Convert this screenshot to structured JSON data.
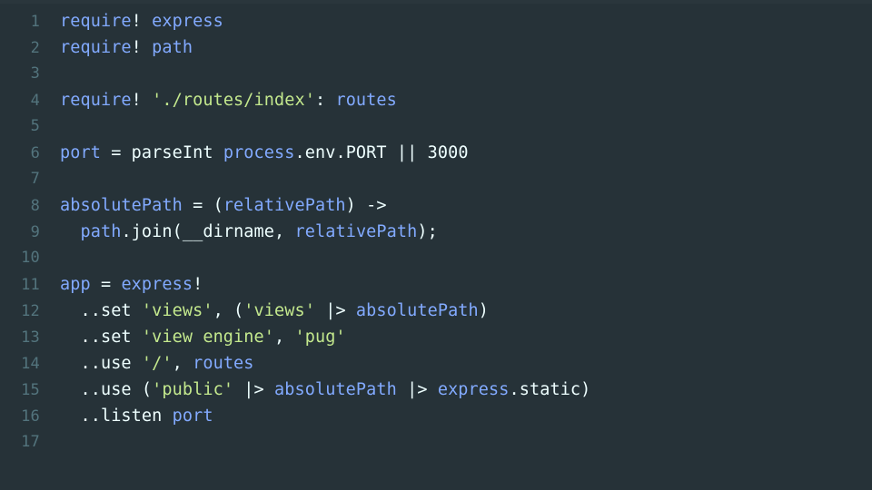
{
  "editor": {
    "background": "#263238",
    "gutter_color": "#53747d",
    "default_text_color": "#eeffff",
    "language": "LiveScript",
    "total_lines": 17,
    "colors": {
      "keyword": "#82aaff",
      "variable": "#82aaff",
      "string": "#c3e88d",
      "punctuation": "#eeffff",
      "number": "#eeffff",
      "plain": "#eeffff"
    },
    "lines": [
      {
        "number": "1",
        "tokens": [
          {
            "text": "require",
            "type": "kw"
          },
          {
            "text": "! ",
            "type": "punc"
          },
          {
            "text": "express",
            "type": "var"
          }
        ]
      },
      {
        "number": "2",
        "tokens": [
          {
            "text": "require",
            "type": "kw"
          },
          {
            "text": "! ",
            "type": "punc"
          },
          {
            "text": "path",
            "type": "var"
          }
        ]
      },
      {
        "number": "3",
        "tokens": []
      },
      {
        "number": "4",
        "tokens": [
          {
            "text": "require",
            "type": "kw"
          },
          {
            "text": "! ",
            "type": "punc"
          },
          {
            "text": "'./routes/index'",
            "type": "str"
          },
          {
            "text": ": ",
            "type": "punc"
          },
          {
            "text": "routes",
            "type": "var"
          }
        ]
      },
      {
        "number": "5",
        "tokens": []
      },
      {
        "number": "6",
        "tokens": [
          {
            "text": "port",
            "type": "var"
          },
          {
            "text": " = ",
            "type": "punc"
          },
          {
            "text": "parseInt",
            "type": "fn"
          },
          {
            "text": " ",
            "type": "punc"
          },
          {
            "text": "process",
            "type": "var"
          },
          {
            "text": ".env.PORT",
            "type": "plain"
          },
          {
            "text": " || ",
            "type": "punc"
          },
          {
            "text": "3000",
            "type": "num"
          }
        ]
      },
      {
        "number": "7",
        "tokens": []
      },
      {
        "number": "8",
        "tokens": [
          {
            "text": "absolutePath",
            "type": "var"
          },
          {
            "text": " = (",
            "type": "punc"
          },
          {
            "text": "relativePath",
            "type": "var"
          },
          {
            "text": ") ->",
            "type": "punc"
          }
        ]
      },
      {
        "number": "9",
        "tokens": [
          {
            "text": "  ",
            "type": "plain"
          },
          {
            "text": "path",
            "type": "var"
          },
          {
            "text": ".join(",
            "type": "punc"
          },
          {
            "text": "__dirname",
            "type": "plain"
          },
          {
            "text": ", ",
            "type": "punc"
          },
          {
            "text": "relativePath",
            "type": "var"
          },
          {
            "text": ");",
            "type": "punc"
          }
        ]
      },
      {
        "number": "10",
        "tokens": []
      },
      {
        "number": "11",
        "tokens": [
          {
            "text": "app",
            "type": "var"
          },
          {
            "text": " = ",
            "type": "punc"
          },
          {
            "text": "express",
            "type": "var"
          },
          {
            "text": "!",
            "type": "punc"
          }
        ]
      },
      {
        "number": "12",
        "tokens": [
          {
            "text": "  ..set ",
            "type": "plain"
          },
          {
            "text": "'views'",
            "type": "str"
          },
          {
            "text": ", (",
            "type": "punc"
          },
          {
            "text": "'views'",
            "type": "str"
          },
          {
            "text": " |> ",
            "type": "punc"
          },
          {
            "text": "absolutePath",
            "type": "var"
          },
          {
            "text": ")",
            "type": "punc"
          }
        ]
      },
      {
        "number": "13",
        "tokens": [
          {
            "text": "  ..set ",
            "type": "plain"
          },
          {
            "text": "'view engine'",
            "type": "str"
          },
          {
            "text": ", ",
            "type": "punc"
          },
          {
            "text": "'pug'",
            "type": "str"
          }
        ]
      },
      {
        "number": "14",
        "tokens": [
          {
            "text": "  ..use ",
            "type": "plain"
          },
          {
            "text": "'/'",
            "type": "str"
          },
          {
            "text": ", ",
            "type": "punc"
          },
          {
            "text": "routes",
            "type": "var"
          }
        ]
      },
      {
        "number": "15",
        "tokens": [
          {
            "text": "  ..use (",
            "type": "plain"
          },
          {
            "text": "'public'",
            "type": "str"
          },
          {
            "text": " |> ",
            "type": "punc"
          },
          {
            "text": "absolutePath",
            "type": "var"
          },
          {
            "text": " |> ",
            "type": "punc"
          },
          {
            "text": "express",
            "type": "var"
          },
          {
            "text": ".static)",
            "type": "punc"
          }
        ]
      },
      {
        "number": "16",
        "tokens": [
          {
            "text": "  ..listen ",
            "type": "plain"
          },
          {
            "text": "port",
            "type": "var"
          }
        ]
      },
      {
        "number": "17",
        "tokens": []
      }
    ]
  }
}
